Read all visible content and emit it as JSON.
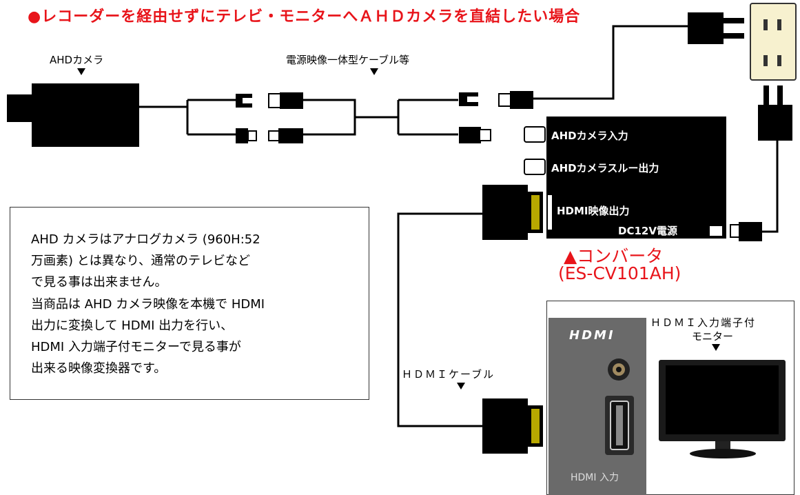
{
  "title": "●レコーダーを経由せずにテレビ・モニターへＡＨＤカメラを直結したい場合",
  "labels": {
    "ahd_camera": "AHDカメラ",
    "cable": "電源映像一体型ケーブル等",
    "hdmi_cable": "ＨＤＭＩケーブル",
    "monitor_line1": "ＨＤＭＩ入力端子付",
    "monitor_line2": "モニター"
  },
  "converter": {
    "ahd_input": "AHDカメラ入力",
    "ahd_through": "AHDカメラスルー出力",
    "hdmi_out": "HDMI映像出力",
    "dc_power": "DC12V電源",
    "name_line1": "▲コンバータ",
    "name_line2": "(ES-CV101AH)"
  },
  "note": {
    "lines": [
      "AHD カメラはアナログカメラ (960H:52",
      "万画素) とは異なり、通常のテレビなど",
      "で見る事は出来ません。",
      "当商品は AHD カメラ映像を本機で HDMI",
      "出力に変換して HDMI 出力を行い、",
      "HDMI 入力端子付モニターで見る事が",
      "出来る映像変換器です。"
    ]
  },
  "hdmi_panel": {
    "logo": "HDMI",
    "input_label": "HDMI 入力"
  },
  "colors": {
    "title_red": "#e8141a",
    "outlet": "#f7f1cf",
    "hdmi_tip": "#b8a800",
    "panel_gray": "#6a6a6a"
  }
}
